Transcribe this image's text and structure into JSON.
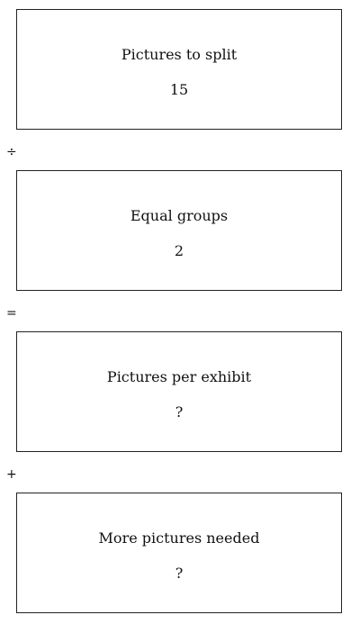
{
  "boxes": [
    {
      "label": "Pictures to split",
      "value": "15"
    },
    {
      "label": "Equal groups",
      "value": "2"
    },
    {
      "label": "Pictures per exhibit",
      "value": "?"
    },
    {
      "label": "More pictures needed",
      "value": "?"
    }
  ],
  "operators": [
    "÷",
    "=",
    "+"
  ]
}
